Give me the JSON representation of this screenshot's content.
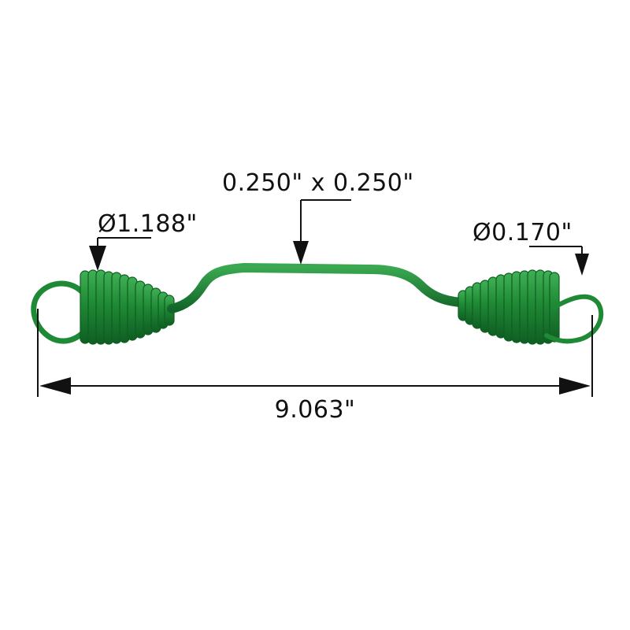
{
  "dimensions": {
    "wire_section": "0.250\" x 0.250\"",
    "coil_diameter": "Ø1.188\"",
    "hook_wire_diameter": "Ø0.170\"",
    "overall_length": "9.063\""
  },
  "colors": {
    "spring": "#1f8a35",
    "spring_dark": "#0f5e22",
    "spring_light": "#3fb055",
    "dimension_line": "#111111"
  }
}
